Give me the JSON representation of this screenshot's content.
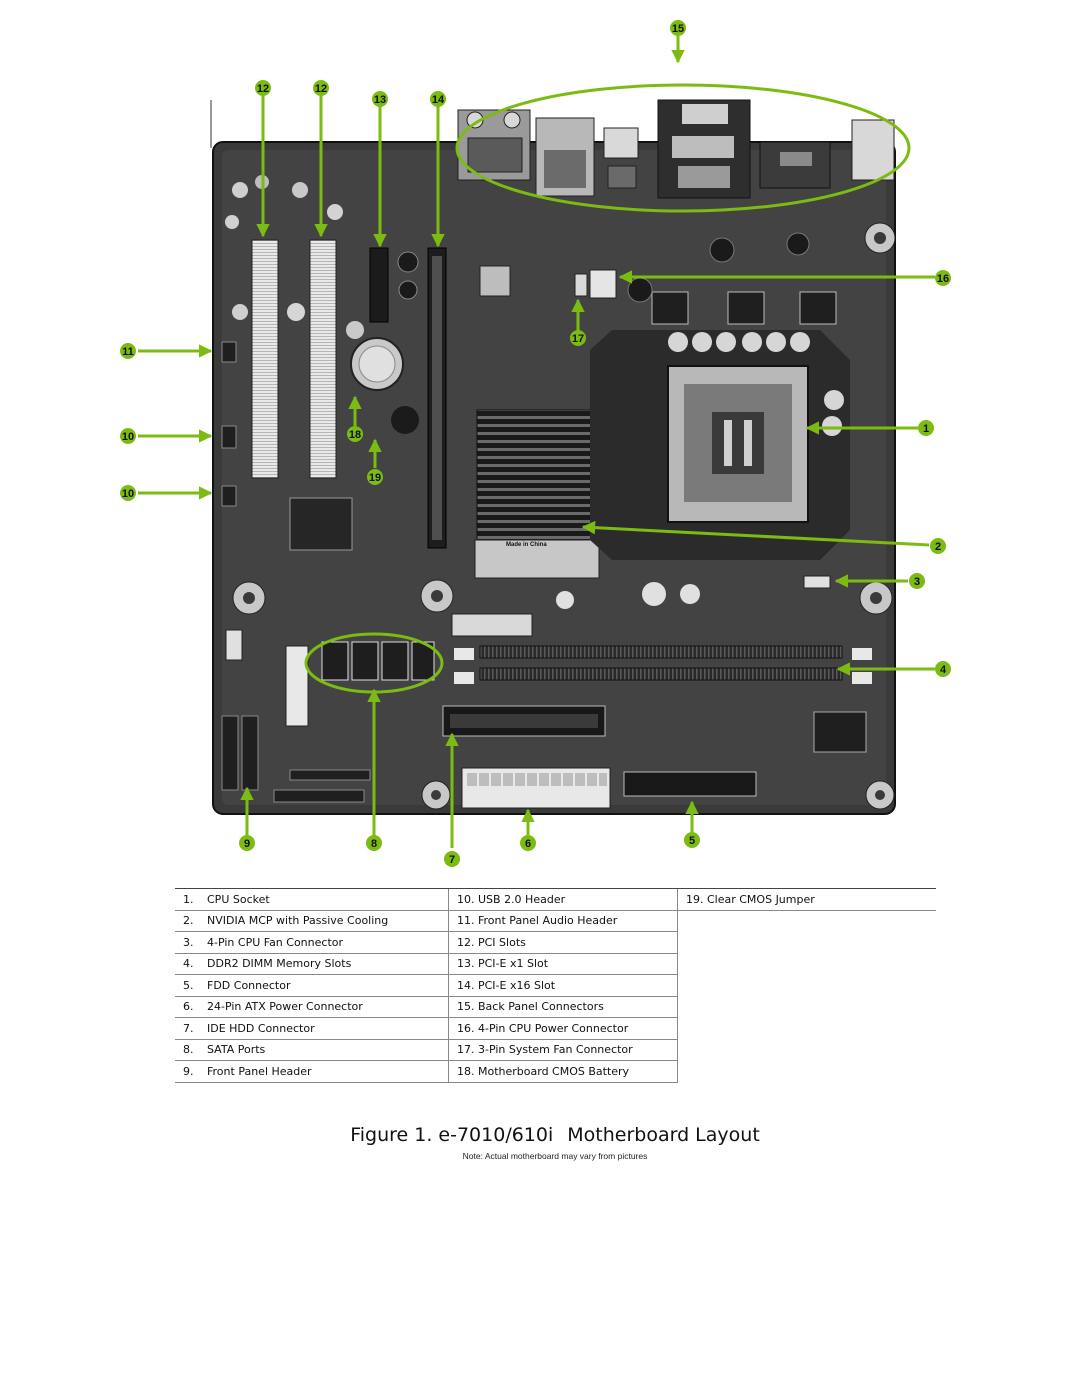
{
  "callouts": {
    "c1": "1",
    "c2": "2",
    "c3": "3",
    "c4": "4",
    "c5": "5",
    "c6": "6",
    "c7": "7",
    "c8": "8",
    "c9": "9",
    "c10a": "10",
    "c10b": "10",
    "c11": "11",
    "c12a": "12",
    "c12b": "12",
    "c13": "13",
    "c14": "14",
    "c15": "15",
    "c16": "16",
    "c17": "17",
    "c18": "18",
    "c19": "19"
  },
  "board_print": {
    "made_in": "Made in China"
  },
  "legend": {
    "col1": [
      {
        "num": "1.",
        "label": "CPU Socket"
      },
      {
        "num": "2.",
        "label": "NVIDIA MCP with Passive Cooling"
      },
      {
        "num": "3.",
        "label": "4-Pin CPU Fan Connector"
      },
      {
        "num": "4.",
        "label": "DDR2 DIMM Memory Slots"
      },
      {
        "num": "5.",
        "label": "FDD Connector"
      },
      {
        "num": "6.",
        "label": "24-Pin ATX Power Connector"
      },
      {
        "num": "7.",
        "label": "IDE HDD Connector"
      },
      {
        "num": "8.",
        "label": "SATA Ports"
      },
      {
        "num": "9.",
        "label": "Front Panel Header"
      }
    ],
    "col2": [
      "10. USB 2.0 Header",
      "11. Front Panel Audio Header",
      "12. PCI Slots",
      "13. PCI-E x1 Slot",
      "14. PCI-E x16 Slot",
      "15. Back Panel Connectors",
      "16. 4-Pin CPU Power Connector",
      "17. 3-Pin System Fan Connector",
      "18. Motherboard CMOS Battery"
    ],
    "col3": [
      "19. Clear CMOS Jumper"
    ]
  },
  "caption": {
    "prefix": "Figure 1. e-7010/610i",
    "suffix": "Motherboard Layout"
  },
  "note": "Note: Actual motherboard may vary from pictures",
  "colors": {
    "accent_green": "#7cbb12",
    "board_dark": "#2b2b2b",
    "board_mid": "#4a4a4a"
  }
}
